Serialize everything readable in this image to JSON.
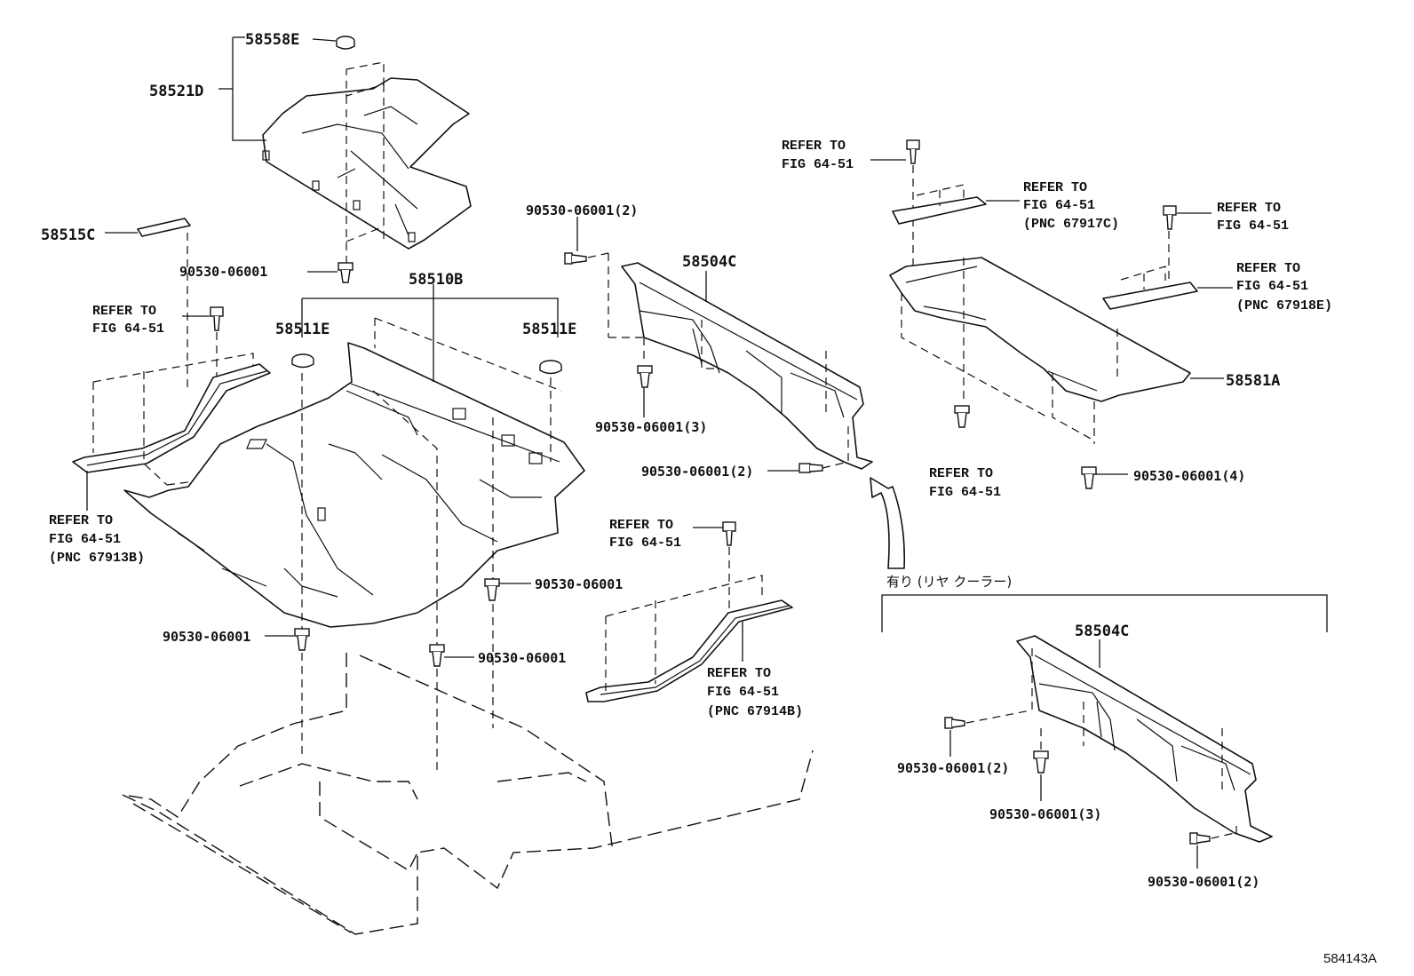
{
  "parts": {
    "p58558E": "58558E",
    "p58521D": "58521D",
    "p58515C": "58515C",
    "p58510B": "58510B",
    "p58511E_left": "58511E",
    "p58511E_right": "58511E",
    "p58504C_top": "58504C",
    "p58504C_bottom": "58504C",
    "p58581A": "58581A"
  },
  "fasteners": {
    "f_top_clip": "90530-06001",
    "f_center_right": "90530-06001",
    "f_center_left": "90530-06001",
    "f_center_mid": "90530-06001",
    "f_mid_top": "90530-06001(2)",
    "f_mid_left": "90530-06001(3)",
    "f_mid_right": "90530-06001(2)",
    "f_right_bottom": "90530-06001(4)",
    "f_br_left": "90530-06001(2)",
    "f_br_mid": "90530-06001(3)",
    "f_br_bottom": "90530-06001(2)"
  },
  "refs": {
    "r_left_top": [
      "REFER TO",
      "FIG 64-51"
    ],
    "r_left_bottom": [
      "REFER TO",
      "FIG 64-51",
      "(PNC 67913B)"
    ],
    "r_center_top": [
      "REFER TO",
      "FIG 64-51"
    ],
    "r_center_bottom": [
      "REFER TO",
      "FIG 64-51",
      "(PNC 67914B)"
    ],
    "r_right_top_a": [
      "REFER TO",
      "FIG 64-51"
    ],
    "r_right_top_b": [
      "REFER TO",
      "FIG 64-51",
      "(PNC 67917C)"
    ],
    "r_right_top_c": [
      "REFER TO",
      "FIG 64-51"
    ],
    "r_right_top_d": [
      "REFER TO",
      "FIG 64-51",
      "(PNC 67918E)"
    ],
    "r_right_mid": [
      "REFER TO",
      "FIG 64-51"
    ]
  },
  "option_note": "有り (リヤ クーラー)",
  "figure_code": "584143A",
  "colors": {
    "ink": "#111111",
    "paper": "#ffffff"
  }
}
